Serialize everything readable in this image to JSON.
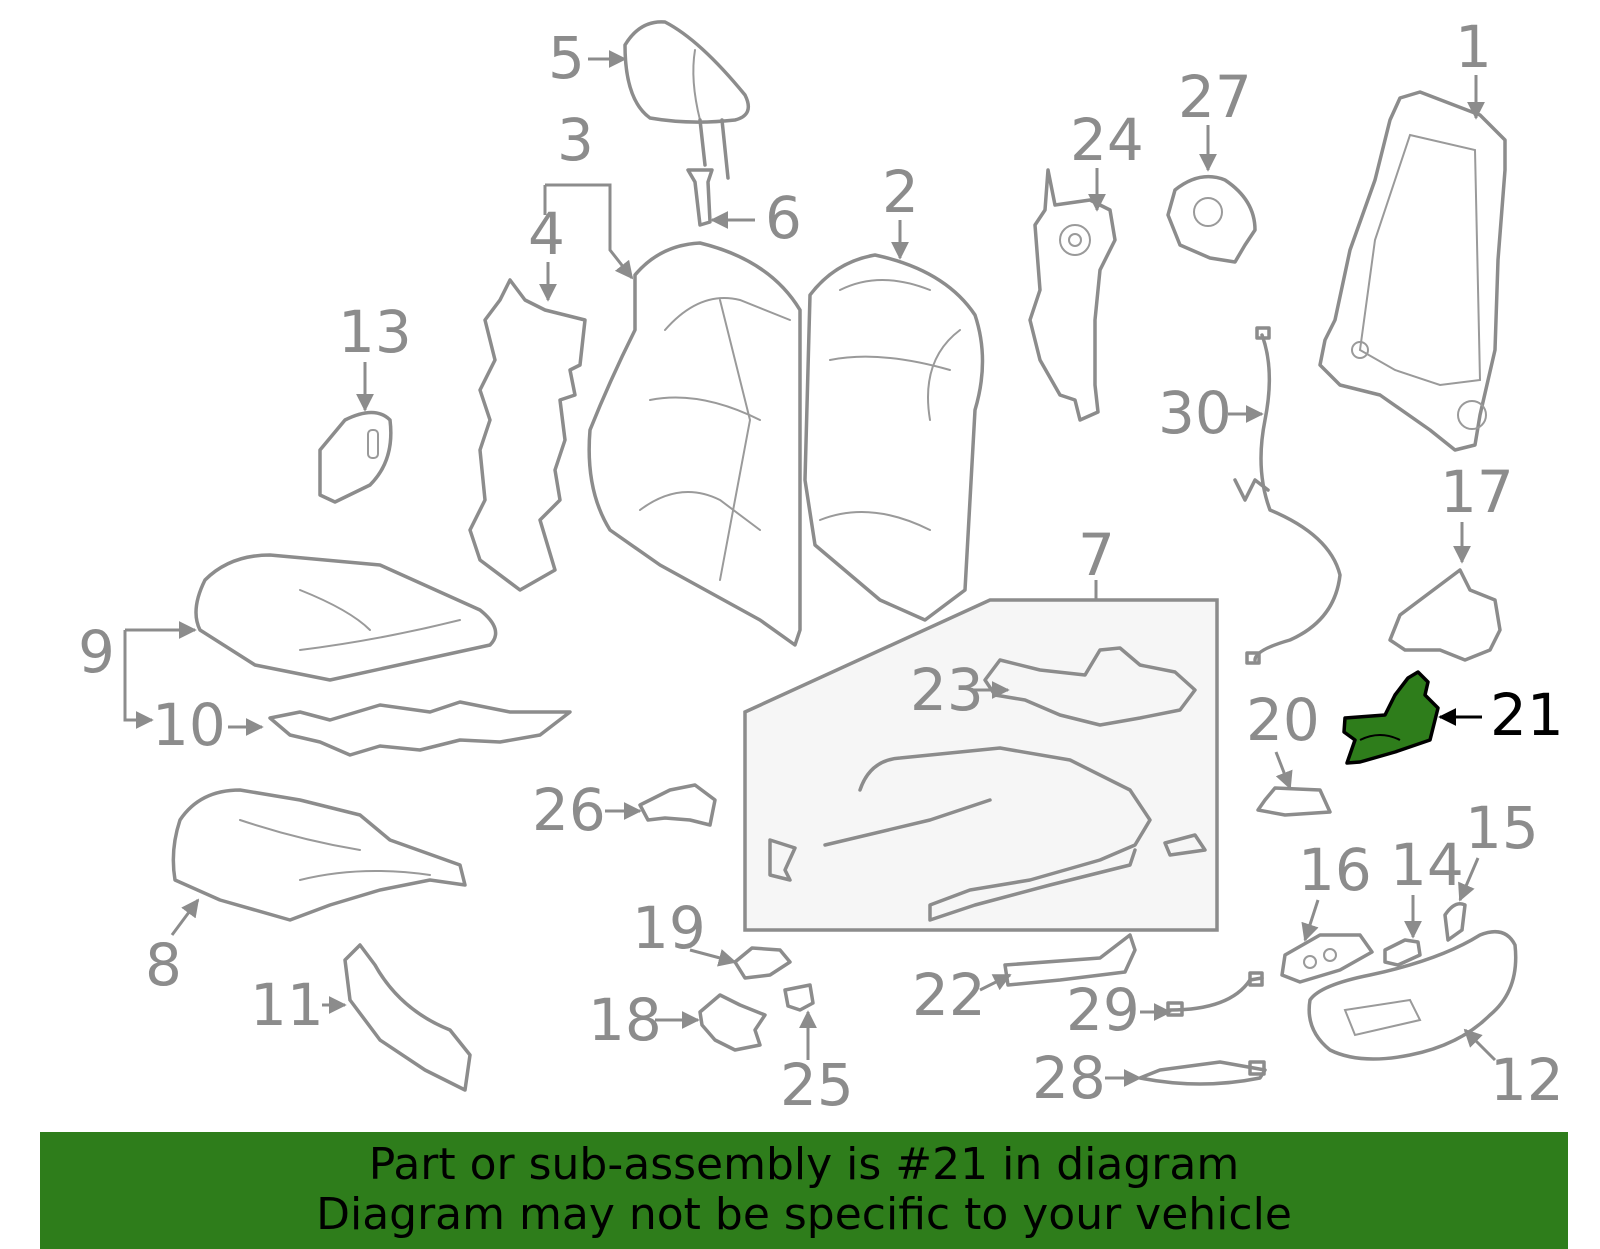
{
  "diagram": {
    "highlight_color": "#2e7d1b",
    "callout_color": "#8c8c8c",
    "highlighted_callout": "21",
    "callouts": [
      "1",
      "2",
      "3",
      "4",
      "5",
      "6",
      "7",
      "8",
      "9",
      "10",
      "11",
      "12",
      "13",
      "14",
      "15",
      "16",
      "17",
      "18",
      "19",
      "20",
      "21",
      "22",
      "23",
      "24",
      "25",
      "26",
      "27",
      "28",
      "29",
      "30"
    ]
  },
  "banner": {
    "line1": "Part or sub-assembly is #21 in diagram",
    "line2": "Diagram may not be specific to your vehicle"
  }
}
